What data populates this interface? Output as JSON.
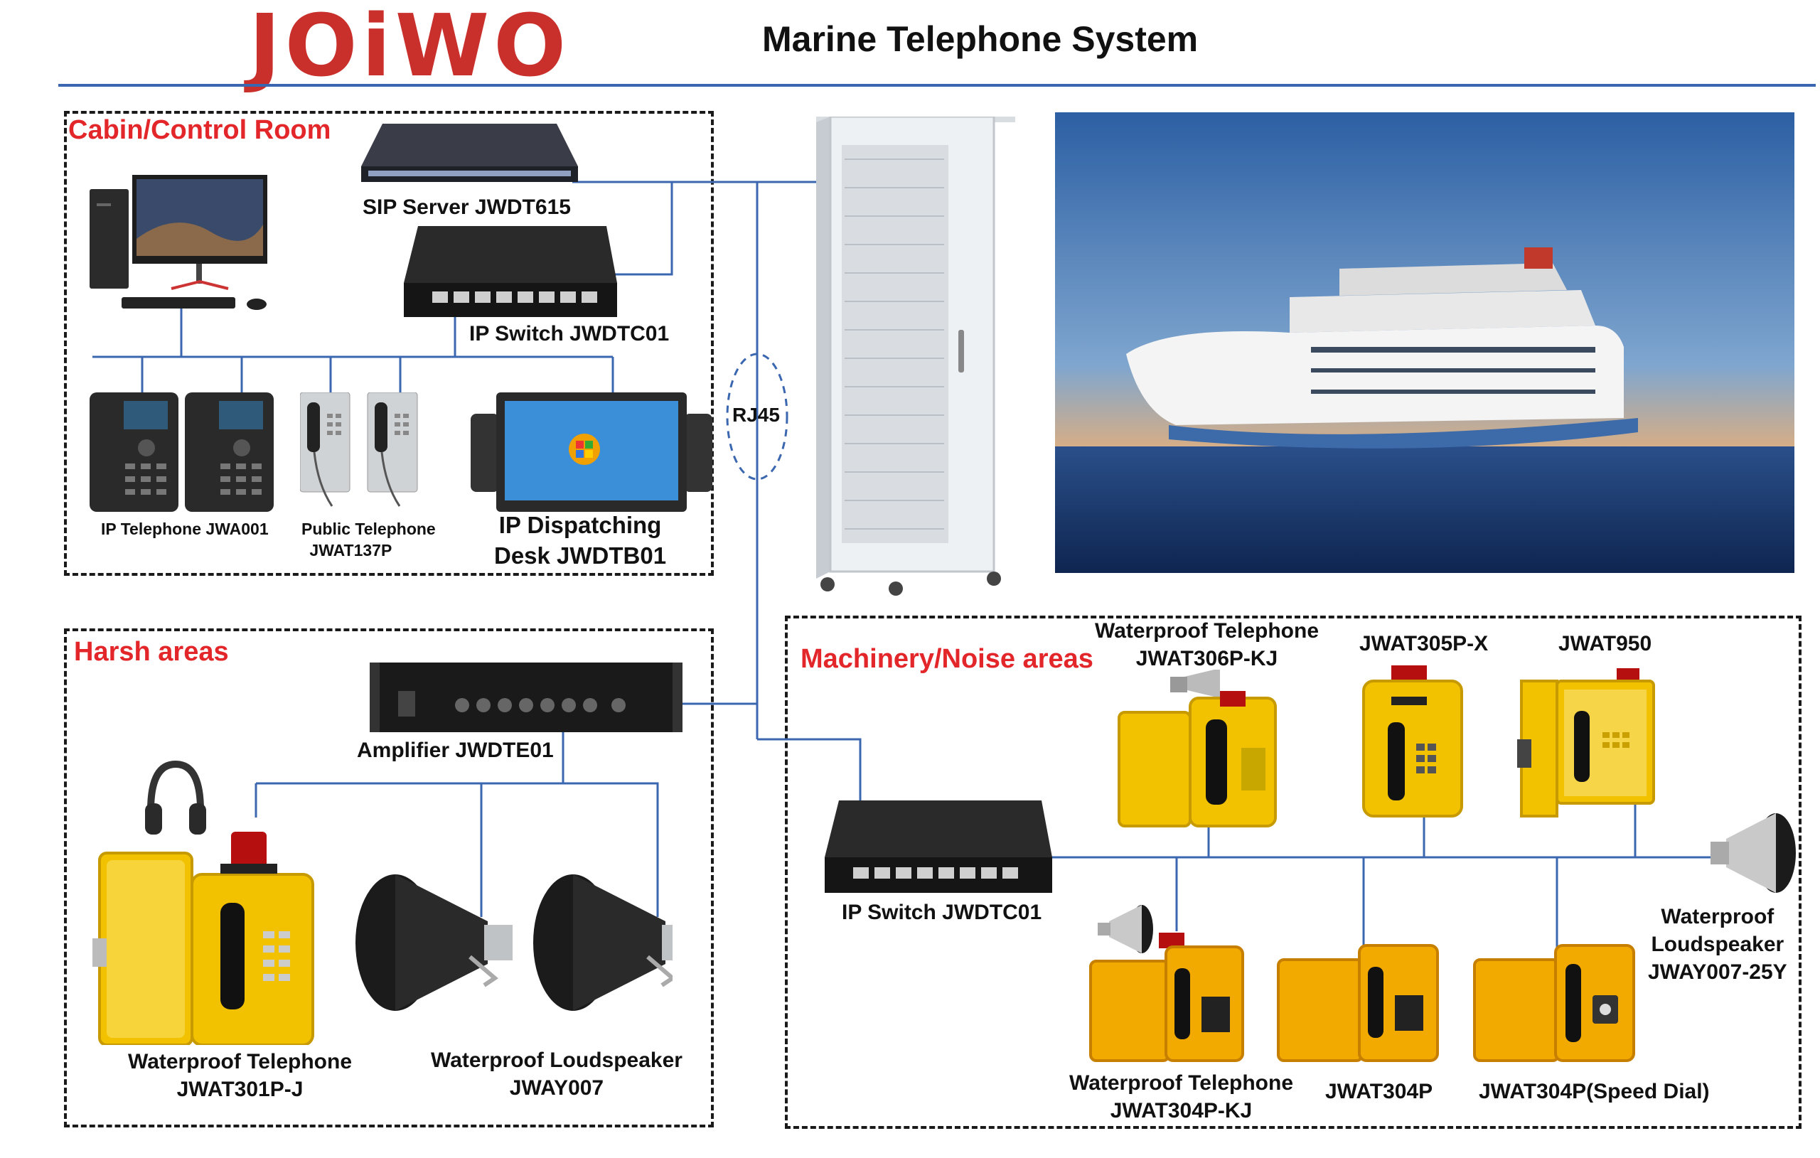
{
  "header": {
    "logo_text": "JOiWO",
    "title": "Marine Telephone System"
  },
  "colors": {
    "brand_red": "#c9302c",
    "zone_title_red": "#e3262a",
    "link_blue": "#3b67b0",
    "phone_yellow": "#f2c200"
  },
  "zones": {
    "cabin": {
      "title": "Cabin/Control Room"
    },
    "harsh": {
      "title": "Harsh areas"
    },
    "machinery": {
      "title": "Machinery/Noise areas"
    }
  },
  "connector": {
    "label": "RJ45"
  },
  "cabin_devices": {
    "sip_server": "SIP Server JWDT615",
    "ip_switch": "IP Switch JWDTC01",
    "ip_telephone": "IP Telephone JWA001",
    "public_telephone_line1": "Public Telephone",
    "public_telephone_line2": "JWAT137P",
    "dispatch_line1": "IP Dispatching",
    "dispatch_line2": "Desk JWDTB01"
  },
  "harsh_devices": {
    "amplifier": "Amplifier JWDTE01",
    "wp_tel_line1": "Waterproof Telephone",
    "wp_tel_line2": "JWAT301P-J",
    "wp_spk_line1": "Waterproof Loudspeaker",
    "wp_spk_line2": "JWAY007"
  },
  "machinery_devices": {
    "ip_switch": "IP Switch JWDTC01",
    "tel306_line1": "Waterproof Telephone",
    "tel306_line2": "JWAT306P-KJ",
    "tel305": "JWAT305P-X",
    "tel950": "JWAT950",
    "spk_line1": "Waterproof",
    "spk_line2": "Loudspeaker",
    "spk_line3": "JWAY007-25Y",
    "tel304kj_line1": "Waterproof Telephone",
    "tel304kj_line2": "JWAT304P-KJ",
    "tel304p": "JWAT304P",
    "tel304sd": "JWAT304P(Speed Dial)"
  }
}
